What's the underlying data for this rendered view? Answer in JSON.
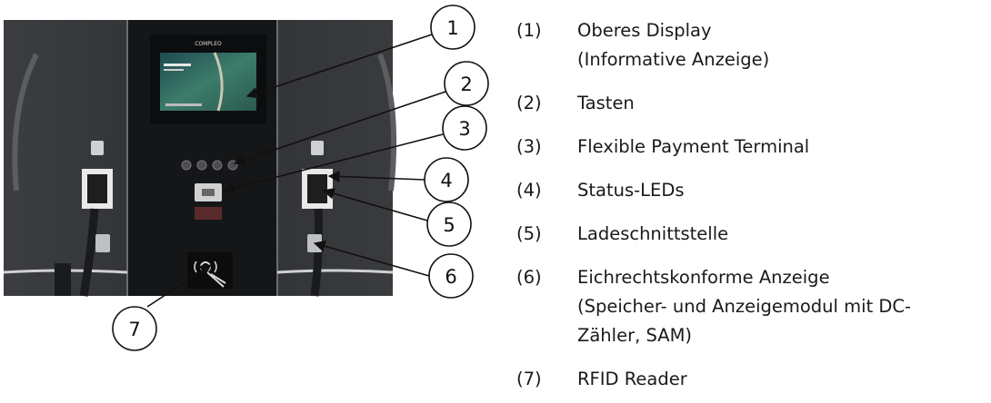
{
  "display": {
    "brand": "COMPLEO"
  },
  "callouts": [
    "1",
    "2",
    "3",
    "4",
    "5",
    "6",
    "7"
  ],
  "legend": [
    {
      "num": "(1)",
      "lines": [
        "Oberes Display",
        "(Informative Anzeige)"
      ]
    },
    {
      "num": "(2)",
      "lines": [
        "Tasten"
      ]
    },
    {
      "num": "(3)",
      "lines": [
        "Flexible Payment Terminal"
      ]
    },
    {
      "num": "(4)",
      "lines": [
        "Status-LEDs"
      ]
    },
    {
      "num": "(5)",
      "lines": [
        "Ladeschnittstelle"
      ]
    },
    {
      "num": "(6)",
      "lines": [
        "Eichrechtskonforme Anzeige",
        "(Speicher- und Anzeigemodul mit DC-",
        "Zähler, SAM)"
      ]
    },
    {
      "num": "(7)",
      "lines": [
        "RFID Reader"
      ]
    }
  ]
}
